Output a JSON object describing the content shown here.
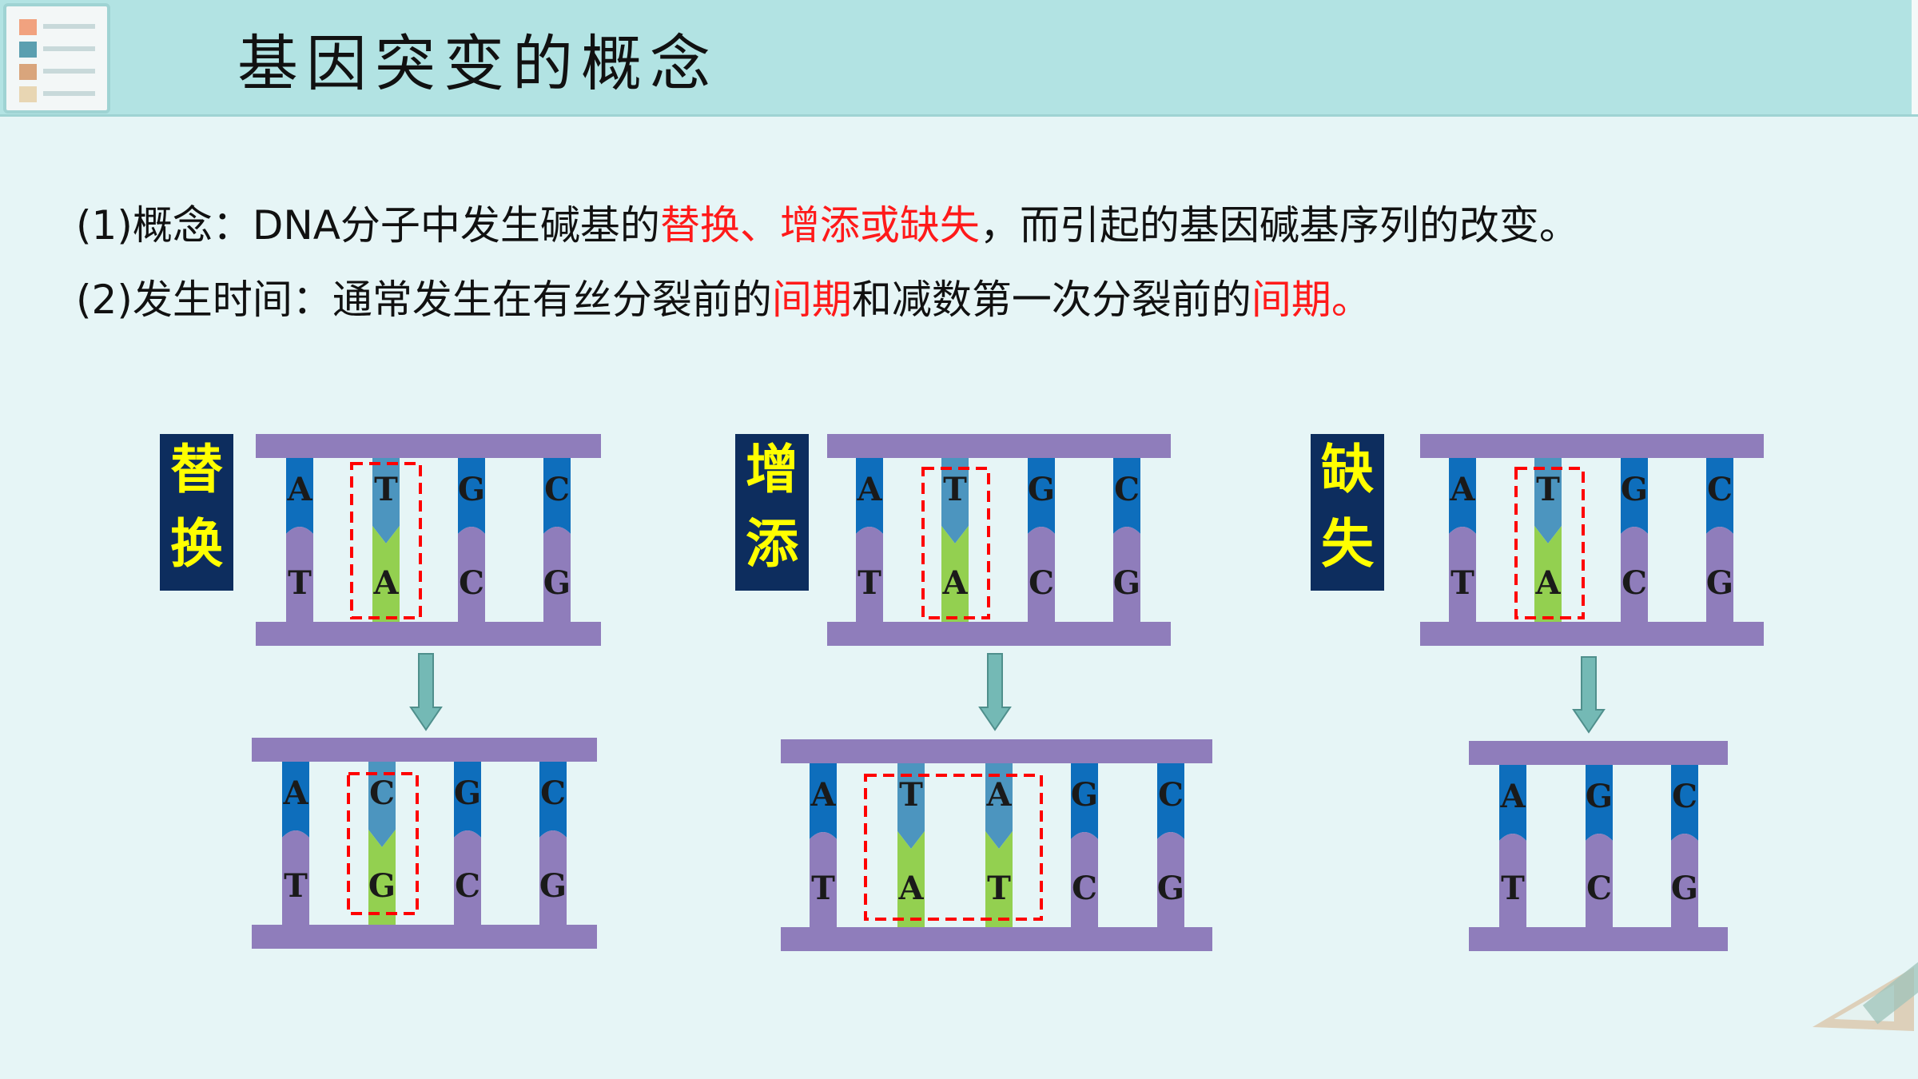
{
  "header": {
    "title": "基因突变的概念"
  },
  "content": {
    "line1": {
      "prefix": "(1)概念：DNA分子中发生碱基的",
      "highlight1": "替换、增添或缺失",
      "suffix": "，而引起的基因碱基序列的改变。"
    },
    "line2": {
      "prefix": "(2)发生时间：通常发生在有丝分裂前的",
      "highlight1": "间期",
      "middle": "和减数第一次分裂前的",
      "highlight2": "间期。"
    }
  },
  "colors": {
    "header_bg": "#b2e3e3",
    "page_bg": "#e6f5f6",
    "backbone": "#8f7dbb",
    "highlight_text": "#ff1a1a",
    "label_box": "#0d2d5e",
    "label_text": "#ffff00",
    "base_blue": "#0e6ebc",
    "base_teal": "#4c95bf",
    "base_green": "#93d050",
    "dashed_box": "#ff0000",
    "arrow": "#74b9b5"
  },
  "panels": [
    {
      "label": [
        "替",
        "换"
      ],
      "before": {
        "top": [
          "A",
          "T",
          "G",
          "C"
        ],
        "bottom": [
          "T",
          "A",
          "C",
          "G"
        ]
      },
      "after": {
        "top": [
          "A",
          "C",
          "G",
          "C"
        ],
        "bottom": [
          "T",
          "G",
          "C",
          "G"
        ]
      }
    },
    {
      "label": [
        "增",
        "添"
      ],
      "before": {
        "top": [
          "A",
          "T",
          "G",
          "C"
        ],
        "bottom": [
          "T",
          "A",
          "C",
          "G"
        ]
      },
      "after": {
        "top": [
          "A",
          "T",
          "A",
          "G",
          "C"
        ],
        "bottom": [
          "T",
          "A",
          "T",
          "C",
          "G"
        ]
      }
    },
    {
      "label": [
        "缺",
        "失"
      ],
      "before": {
        "top": [
          "A",
          "T",
          "G",
          "C"
        ],
        "bottom": [
          "T",
          "A",
          "C",
          "G"
        ]
      },
      "after": {
        "top": [
          "A",
          "G",
          "C"
        ],
        "bottom": [
          "T",
          "C",
          "G"
        ]
      }
    }
  ]
}
